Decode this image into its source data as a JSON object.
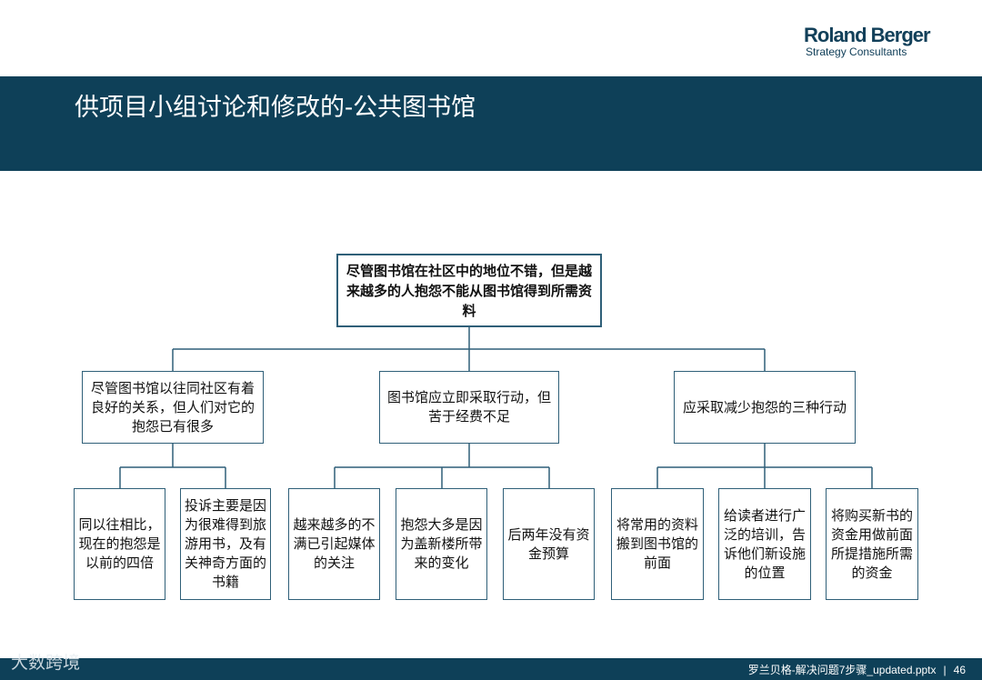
{
  "brand": {
    "name": "Roland Berger",
    "tagline": "Strategy Consultants"
  },
  "title": "供项目小组讨论和修改的-公共图书馆",
  "tree": {
    "root": "尽管图书馆在社区中的地位不错，但是越来越多的人抱怨不能从图书馆得到所需资料",
    "branches": [
      {
        "label": "尽管图书馆以往同社区有着良好的关系，但人们对它的抱怨已有很多",
        "leaves": [
          "同以往相比，现在的抱怨是以前的四倍",
          "投诉主要是因为很难得到旅游用书，及有关神奇方面的书籍"
        ]
      },
      {
        "label": "图书馆应立即采取行动，但苦于经费不足",
        "leaves": [
          "越来越多的不满已引起媒体的关注",
          "抱怨大多是因为盖新楼所带来的变化",
          "后两年没有资金预算"
        ]
      },
      {
        "label": "应采取减少抱怨的三种行动",
        "leaves": [
          "将常用的资料搬到图书馆的前面",
          "给读者进行广泛的培训，告诉他们新设施的位置",
          "将购买新书的资金用做前面所提措施所需的资金"
        ]
      }
    ]
  },
  "footer": {
    "filename": "罗兰贝格-解决问题7步骤_updated.pptx",
    "separator": "|",
    "page": "46"
  },
  "watermark": "大数跨境",
  "colors": {
    "brand_navy": "#0e4058",
    "box_border": "#2f5f78"
  }
}
